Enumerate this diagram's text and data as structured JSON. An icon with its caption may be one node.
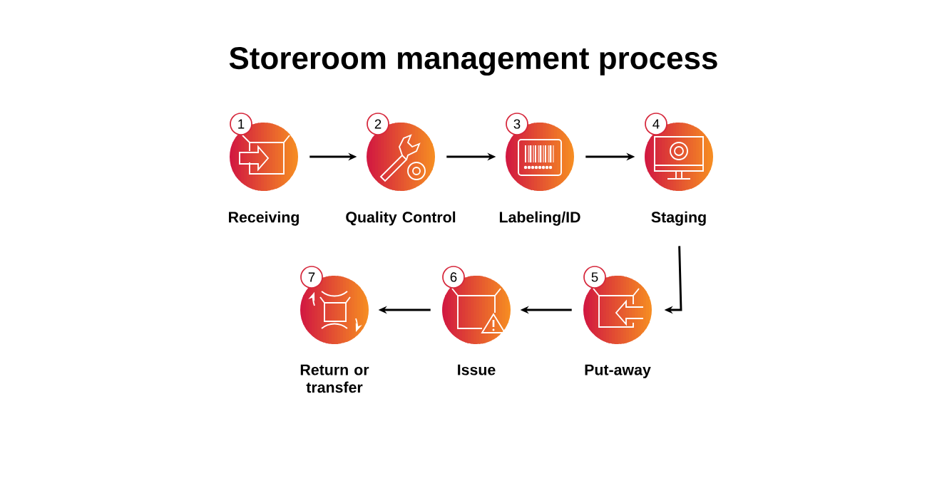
{
  "diagram": {
    "title": "Storeroom management process",
    "nodes": [
      {
        "text": [
          "1",
          "Receiving"
        ]
      },
      {
        "text": [
          "2",
          "Quality Control"
        ]
      },
      {
        "text": [
          "3",
          "Labeling/ID"
        ]
      },
      {
        "text": [
          "4",
          "Staging"
        ]
      },
      {
        "text": [
          "5",
          "Put-away"
        ]
      },
      {
        "text": [
          "6",
          "Issue"
        ]
      },
      {
        "text": [
          "7",
          "Return or transfer"
        ]
      }
    ],
    "edges": [
      {
        "from": 0,
        "to": 1,
        "arrow": "to"
      },
      {
        "from": 1,
        "to": 2,
        "arrow": "to"
      },
      {
        "from": 2,
        "to": 3,
        "arrow": "to"
      },
      {
        "from": 3,
        "to": 4,
        "arrow": "to"
      },
      {
        "from": 4,
        "to": 5,
        "arrow": "to"
      },
      {
        "from": 5,
        "to": 6,
        "arrow": "to"
      }
    ]
  }
}
